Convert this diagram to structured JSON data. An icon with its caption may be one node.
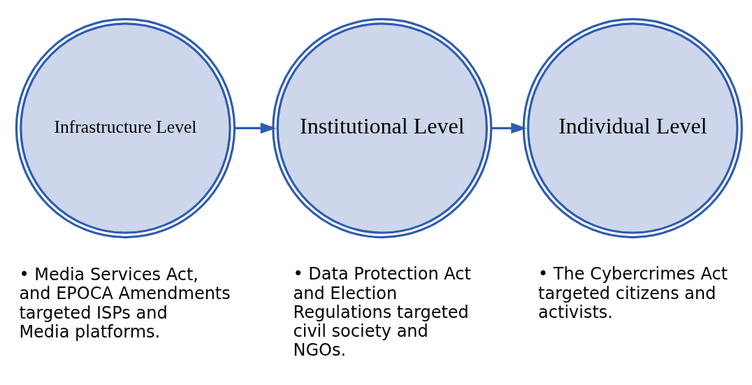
{
  "diagram": {
    "nodes": [
      {
        "text": [
          "Infrastructure Level"
        ],
        "beside": [
          "• Media Services Act, and EPOCA Amendments targeted ISPs and Media platforms."
        ]
      },
      {
        "text": [
          "Institutional Level"
        ],
        "beside": [
          "• Data Protection Act and Election Regulations targeted civil society and NGOs."
        ]
      },
      {
        "text": [
          "Individual Level"
        ],
        "beside": [
          "• The Cybercrimes Act targeted citizens and activists."
        ]
      }
    ],
    "edges": [
      {
        "from": 0,
        "to": 1,
        "arrow": "to"
      },
      {
        "from": 1,
        "to": 2,
        "arrow": "to"
      }
    ]
  }
}
